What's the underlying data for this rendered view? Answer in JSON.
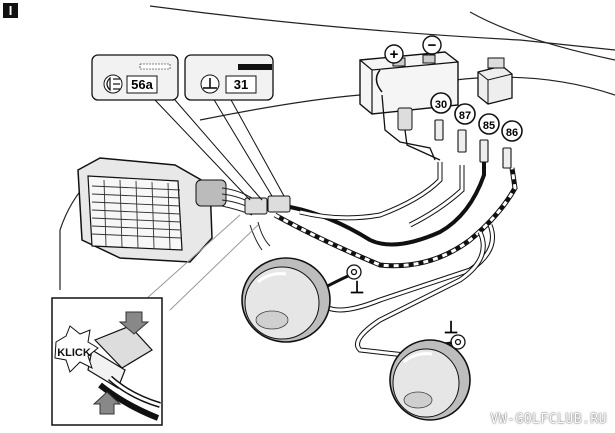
{
  "figure": {
    "panel_label": "I",
    "connector_label_left": "56a",
    "connector_label_right": "31",
    "terminal_labels": [
      "30",
      "87",
      "85",
      "86"
    ],
    "battery_plus": "+",
    "battery_minus": "−",
    "ground_symbol": "⊥",
    "inset_text": "KLICK",
    "watermark": "VW-GOLFCLUB.RU"
  }
}
